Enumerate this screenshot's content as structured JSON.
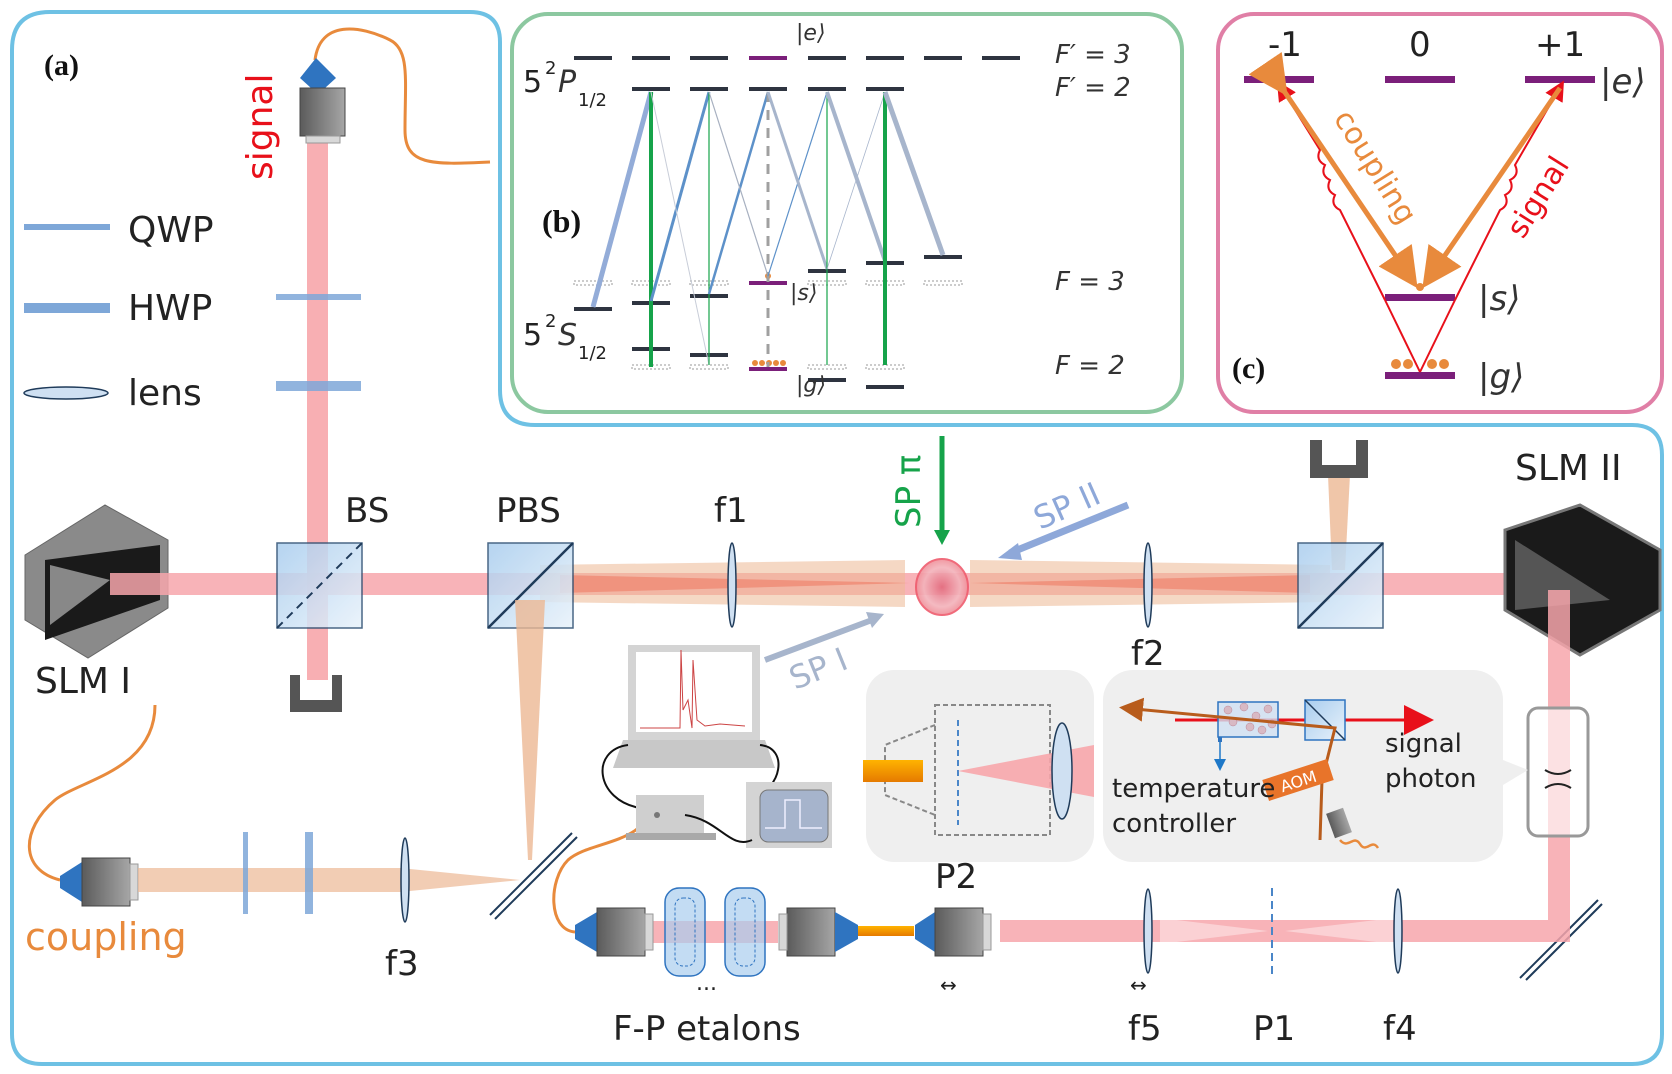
{
  "panels": {
    "a": {
      "label": "(a)"
    },
    "b": {
      "label": "(b)"
    },
    "c": {
      "label": "(c)"
    }
  },
  "legend": {
    "items": [
      {
        "name": "qwp",
        "label": "QWP"
      },
      {
        "name": "hwp",
        "label": "HWP"
      },
      {
        "name": "lens",
        "label": "lens"
      }
    ]
  },
  "setup": {
    "signal_label": "signal",
    "coupling_label": "coupling",
    "bs": "BS",
    "pbs": "PBS",
    "f1": "f1",
    "f2": "f2",
    "f3": "f3",
    "f4": "f4",
    "f5": "f5",
    "p1": "P1",
    "p2": "P2",
    "slm1": "SLM I",
    "slm2": "SLM II",
    "sp_pi": "SP π",
    "sp_ii": "SP II",
    "sp_i": "SP I",
    "etalons": "F-P etalons",
    "etalon_dots": "...",
    "temp_controller_1": "temperature",
    "temp_controller_2": "controller",
    "aom": "AOM",
    "signal_photon_1": "signal",
    "signal_photon_2": "photon",
    "translate_arrow": "↔"
  },
  "level_diagram_b": {
    "p_state": "5²P₁/₂",
    "p_main": "5",
    "p_sup": "2",
    "p_sym": "P",
    "p_sub": "1/2",
    "s_main": "5",
    "s_sup": "2",
    "s_sym": "S",
    "s_sub": "1/2",
    "f_prime_3": "F′ = 3",
    "f_prime_2": "F′ = 2",
    "f3": "F = 3",
    "f2": "F = 2",
    "ket_e": "|e⟩",
    "ket_s": "|s⟩",
    "ket_g": "|g⟩"
  },
  "level_diagram_c": {
    "m_minus": "-1",
    "m_zero": "0",
    "m_plus": "+1",
    "ket_e": "|e⟩",
    "ket_s": "|s⟩",
    "ket_g": "|g⟩",
    "coupling": "coupling",
    "signal": "signal"
  },
  "colors": {
    "frame_blue": "#6ec1e4",
    "frame_green": "#8cc8a0",
    "frame_pink": "#e07fa6",
    "signal_red": "#e8101a",
    "coupling_orange": "#e88a3c",
    "level_dark": "#2e3440",
    "level_purple": "#7b1f7a",
    "pump_green": "#16a34a"
  }
}
